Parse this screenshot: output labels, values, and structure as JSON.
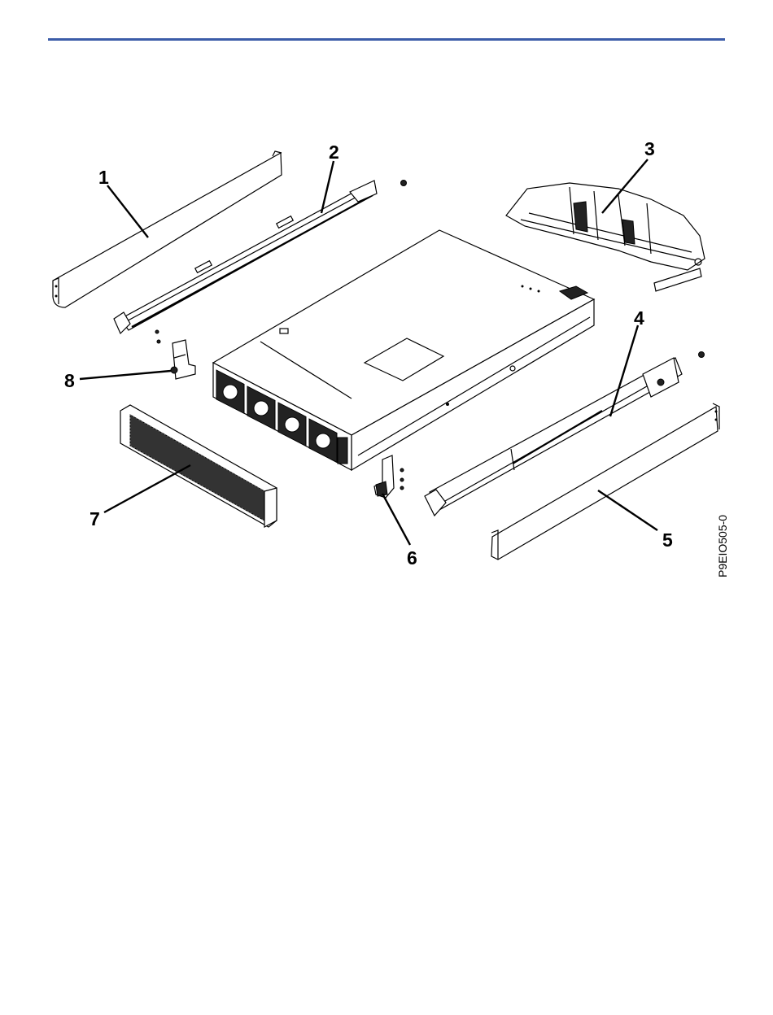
{
  "colors": {
    "rule": "#3b5ca8",
    "ink": "#000000",
    "paper": "#ffffff"
  },
  "figure": {
    "id_label": "P9EIO505-0",
    "callouts": [
      {
        "label": "1",
        "part": "left-rail-cover"
      },
      {
        "label": "2",
        "part": "left-slide-rail"
      },
      {
        "label": "3",
        "part": "cable-management-arm"
      },
      {
        "label": "4",
        "part": "right-slide-rail"
      },
      {
        "label": "5",
        "part": "right-rail-cover"
      },
      {
        "label": "6",
        "part": "right-rack-bracket"
      },
      {
        "label": "7",
        "part": "front-bezel"
      },
      {
        "label": "8",
        "part": "left-rack-bracket"
      }
    ]
  }
}
